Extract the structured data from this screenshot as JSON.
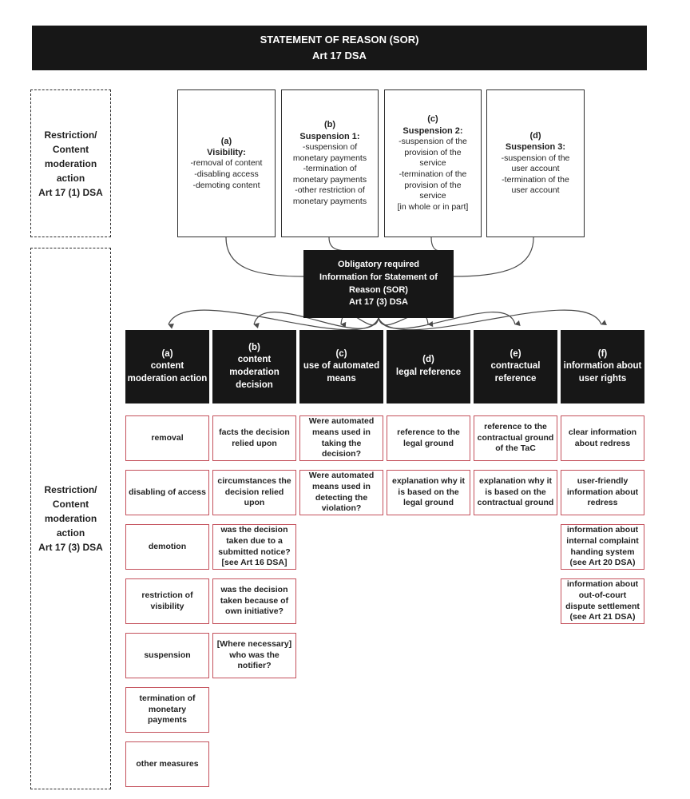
{
  "title": "STATEMENT OF REASON (SOR)\nArt 17  DSA",
  "side_labels": [
    "Restriction/\nContent\nmoderation\naction\nArt 17 (1) DSA",
    "Restriction/\nContent\nmoderation\naction\nArt 17 (3) DSA"
  ],
  "action_boxes": [
    {
      "heading": "(a)\nVisibility:",
      "body": "-removal of content\n-disabling access\n-demoting content"
    },
    {
      "heading": "(b)\nSuspension 1:",
      "body": "-suspension of\nmonetary payments\n-termination of\nmonetary payments\n-other restriction of\nmonetary payments"
    },
    {
      "heading": "(c)\nSuspension 2:",
      "body": "-suspension of the\nprovision of the\nservice\n-termination of the\nprovision of the\nservice\n[in whole or in part]"
    },
    {
      "heading": "(d)\nSuspension 3:",
      "body": "-suspension of the\nuser account\n-termination of the\nuser account"
    }
  ],
  "center_box": "Obligatory required\nInformation for Statement of\nReason (SOR)\nArt 17 (3) DSA",
  "columns": [
    {
      "tag": "(a)",
      "label": "content moderation action",
      "items": [
        "removal",
        "disabling of access",
        "demotion",
        "restriction of visibility",
        "suspension",
        "termination of monetary payments",
        "other measures"
      ]
    },
    {
      "tag": "(b)",
      "label": "content moderation decision",
      "items": [
        "facts the decision relied upon",
        "circumstances the decision relied upon",
        "was the decision taken due to a submitted notice? [see Art 16 DSA]",
        "was the decision taken because of own initiative?",
        "[Where necessary] who was the notifier?"
      ]
    },
    {
      "tag": "(c)",
      "label": "use of automated means",
      "items": [
        "Were automated means used in taking the decision?",
        "Were automated means used in detecting the violation?"
      ]
    },
    {
      "tag": "(d)",
      "label": "legal reference",
      "items": [
        "reference to the legal ground",
        "explanation why it is based on the legal ground"
      ]
    },
    {
      "tag": "(e)",
      "label": "contractual reference",
      "items": [
        "reference to the contractual ground of the TaC",
        "explanation why it is based on the contractual ground"
      ]
    },
    {
      "tag": "(f)",
      "label": "information about user rights",
      "items": [
        "clear information about redress",
        "user-friendly information about redress",
        "information about internal complaint handing system (see Art 20 DSA)",
        "information about out-of-court dispute settlement (see Art 21 DSA)"
      ]
    }
  ],
  "colors": {
    "box_black": "#171717",
    "red_border": "#c4515c",
    "connector_line": "#4a4a4a"
  }
}
